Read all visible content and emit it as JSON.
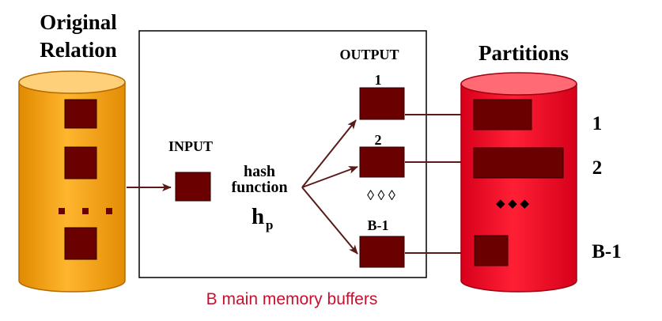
{
  "left_cylinder": {
    "title_line1": "Original",
    "title_line2": "Relation",
    "ellipsis": "• • •"
  },
  "memory": {
    "input_label": "INPUT",
    "hash_line1": "hash",
    "hash_line2": "function",
    "hash_symbol": "h",
    "hash_subscript": "p",
    "output_label": "OUTPUT",
    "buffer_labels": [
      "1",
      "2",
      "B-1"
    ],
    "buffer_ellipsis": "◊ ◊ ◊",
    "caption": "B main memory buffers"
  },
  "right_cylinder": {
    "title": "Partitions",
    "partition_labels": [
      "1",
      "2",
      "B-1"
    ],
    "ellipsis": "◆ ◆ ◆"
  },
  "colors": {
    "left_cylinder": "#f7a81b",
    "right_cylinder": "#e8102a",
    "block": "#6b0000",
    "arrow": "#5a1a1a",
    "caption": "#c8102e"
  }
}
